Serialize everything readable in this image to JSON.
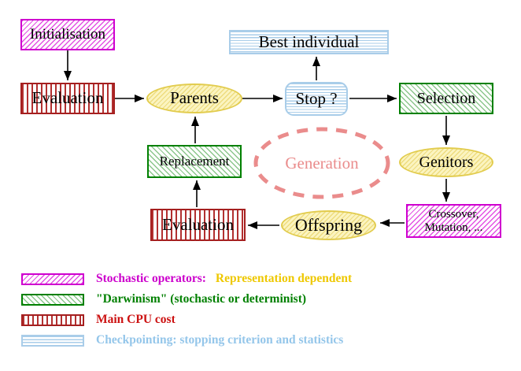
{
  "nodes": {
    "initialisation": "Initialisation",
    "evaluation_top": "Evaluation",
    "parents": "Parents",
    "stop": "Stop ?",
    "best_individual": "Best individual",
    "selection": "Selection",
    "genitors": "Genitors",
    "crossover_line1": "Crossover,",
    "crossover_line2": "Mutation, ...",
    "offspring": "Offspring",
    "evaluation_bottom": "Evaluation",
    "replacement": "Replacement",
    "generation": "Generation"
  },
  "edges": [
    {
      "from": "initialisation",
      "to": "evaluation-top"
    },
    {
      "from": "evaluation-top",
      "to": "parents"
    },
    {
      "from": "parents",
      "to": "stop"
    },
    {
      "from": "stop",
      "to": "best-individual"
    },
    {
      "from": "stop",
      "to": "selection"
    },
    {
      "from": "selection",
      "to": "genitors"
    },
    {
      "from": "genitors",
      "to": "crossover-mutation"
    },
    {
      "from": "crossover-mutation",
      "to": "offspring"
    },
    {
      "from": "offspring",
      "to": "evaluation-bottom"
    },
    {
      "from": "evaluation-bottom",
      "to": "replacement"
    },
    {
      "from": "replacement",
      "to": "parents"
    }
  ],
  "legend": {
    "items": [
      {
        "pattern": "magenta-forward-diagonal-hatch",
        "text": "Stochastic operators:",
        "text2": "Representation dependent"
      },
      {
        "pattern": "green-backward-diagonal-hatch",
        "text": "\"Darwinism\" (stochastic or determinist)"
      },
      {
        "pattern": "red-vertical-stripes",
        "text": "Main CPU cost"
      },
      {
        "pattern": "cyan-horizontal-stripes",
        "text": "Checkpointing: stopping criterion and statistics"
      }
    ]
  },
  "colors": {
    "magenta": "#cc00cc",
    "green": "#008000",
    "red_stripe": "#b23030",
    "red_text": "#cc1111",
    "cyan": "#a9cde9",
    "cyan_text": "#94c6ea",
    "yellow_border": "#e2cc4e",
    "yellow_fill": "#fbf4c0",
    "gold_text": "#eec800",
    "salmon": "#ea8c8c",
    "arrow": "#000000"
  }
}
